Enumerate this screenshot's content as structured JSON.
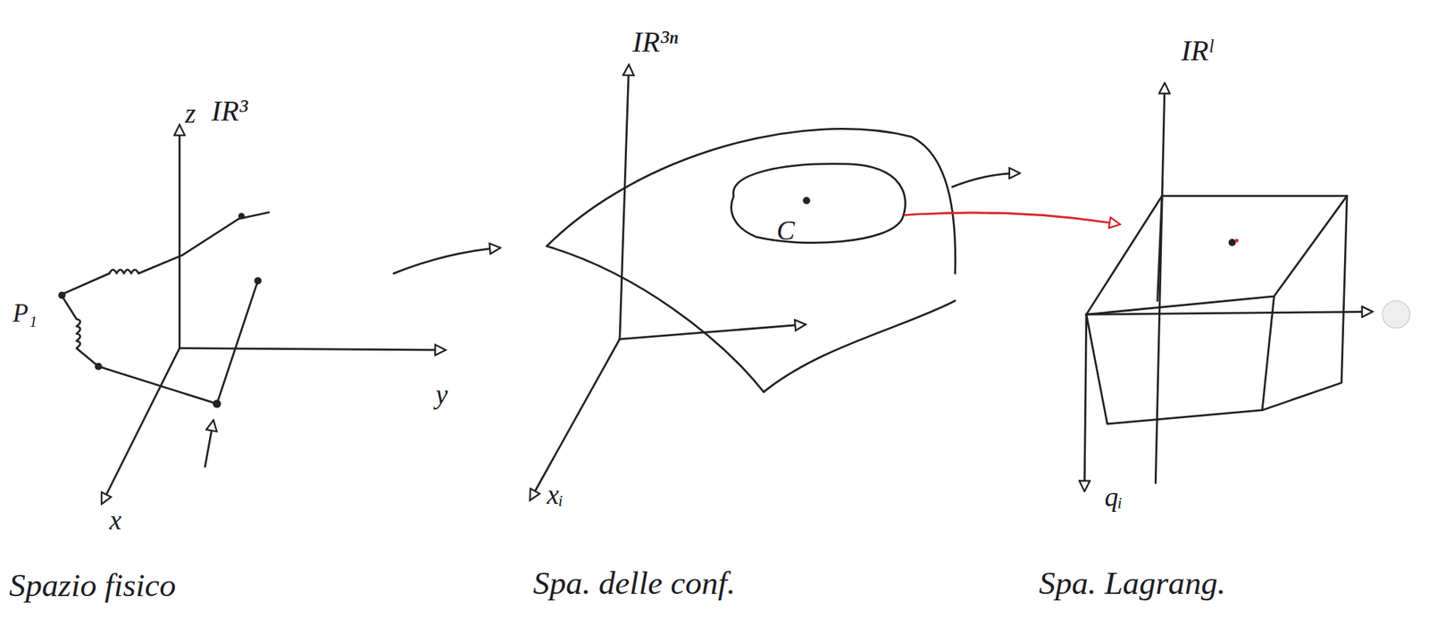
{
  "diagram": {
    "labels": [
      "z",
      "IR³",
      "P₁",
      "y",
      "x",
      "IR³ⁿ",
      "xᵢ",
      "C",
      "IRˡ",
      "qᵢ",
      "Spazio fisico",
      "Spa. delle conf.",
      "Spa. Lagrang."
    ]
  }
}
